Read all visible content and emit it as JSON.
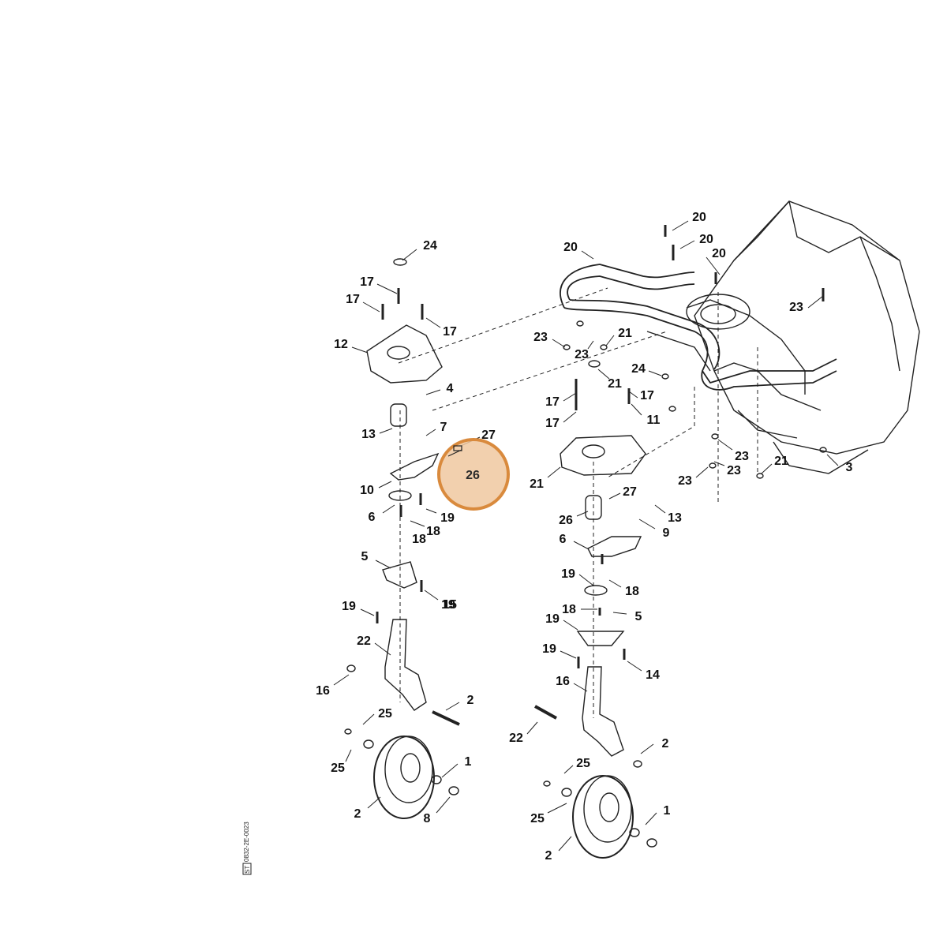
{
  "diagram": {
    "highlight": {
      "label": "26",
      "color": "#d98a3d",
      "fill": "#f0c8a0"
    },
    "drawing_code": "0832-2E-0023",
    "drawing_code_tag": "ST",
    "labels": [
      "24",
      "17",
      "17",
      "17",
      "12",
      "4",
      "13",
      "7",
      "27",
      "26",
      "10",
      "6",
      "19",
      "18",
      "18",
      "5",
      "19",
      "19",
      "15",
      "22",
      "16",
      "2",
      "25",
      "25",
      "1",
      "2",
      "8",
      "20",
      "20",
      "20",
      "20",
      "23",
      "23",
      "23",
      "21",
      "24",
      "21",
      "17",
      "17",
      "17",
      "11",
      "21",
      "23",
      "23",
      "23",
      "21",
      "3",
      "27",
      "13",
      "26",
      "9",
      "6",
      "19",
      "18",
      "18",
      "5",
      "19",
      "19",
      "14",
      "16",
      "22",
      "2",
      "25",
      "25",
      "1",
      "2"
    ]
  }
}
